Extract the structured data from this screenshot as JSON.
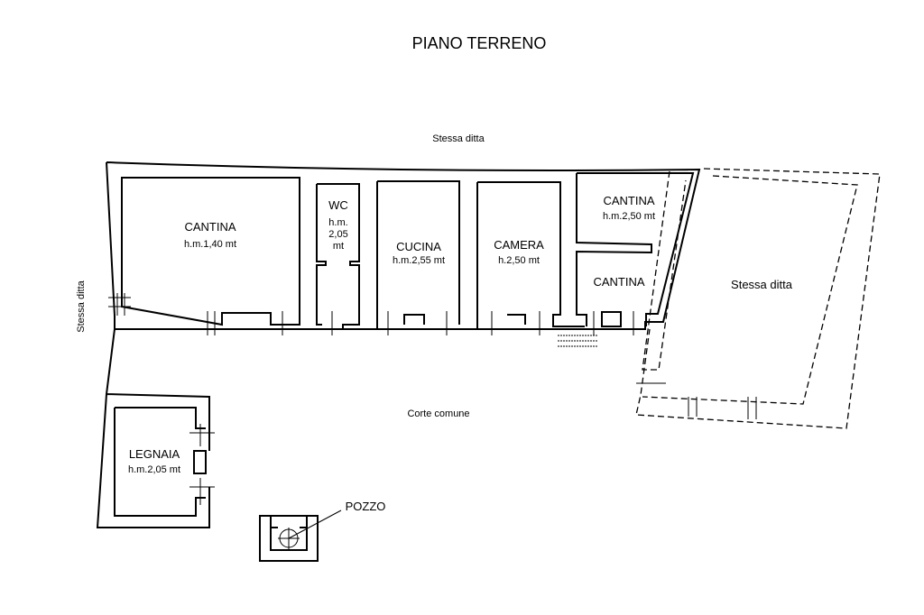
{
  "title": "PIANO TERRENO",
  "neighbours": {
    "top": "Stessa ditta",
    "left": "Stessa ditta",
    "right": "Stessa ditta"
  },
  "courtyard": "Corte comune",
  "rooms": [
    {
      "name": "CANTINA",
      "height": "h.m.1,40 mt"
    },
    {
      "name": "WC",
      "height_lines": [
        "h.m.",
        "2,05",
        "mt"
      ]
    },
    {
      "name": "CUCINA",
      "height": "h.m.2,55 mt"
    },
    {
      "name": "CAMERA",
      "height": "h.2,50 mt"
    },
    {
      "name": "CANTINA",
      "height": "h.m.2,50 mt"
    },
    {
      "name": "CANTINA"
    },
    {
      "name": "LEGNAIA",
      "height": "h.m.2,05 mt"
    }
  ],
  "well": "POZZO"
}
